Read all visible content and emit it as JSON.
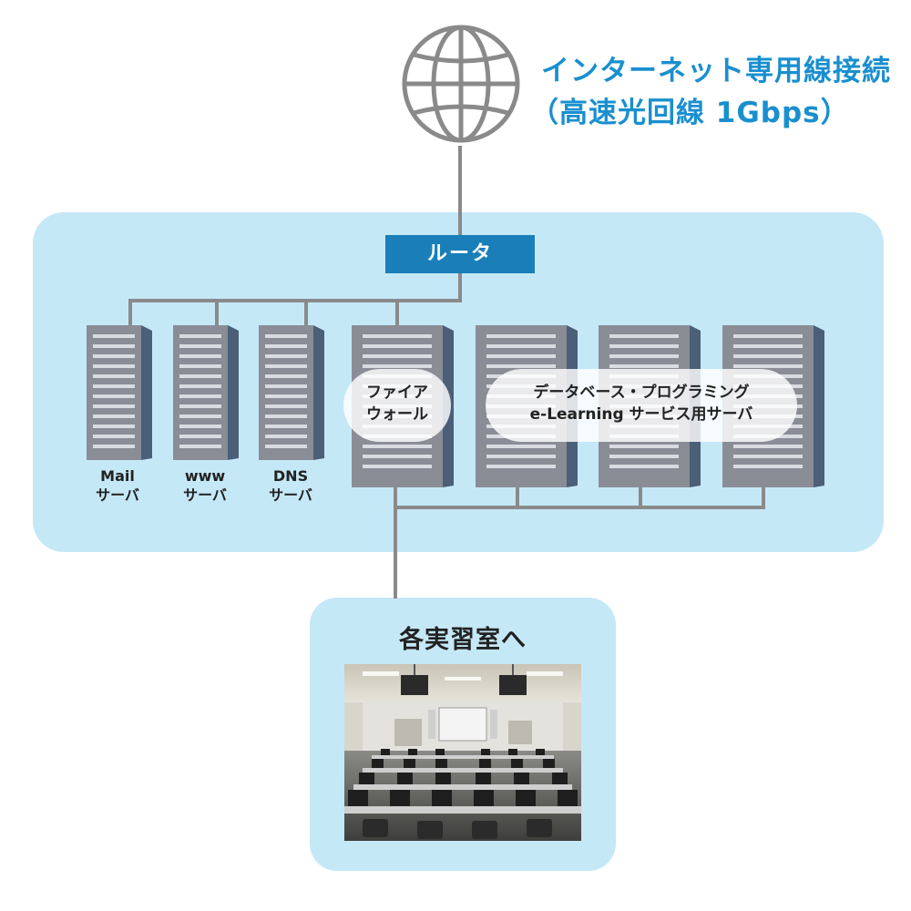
{
  "colors": {
    "panel_bg": "#c5e8f7",
    "title_blue": "#1a8fcf",
    "router_blue": "#1a7fb8",
    "server_gray": "#8a8d96",
    "line_gray": "#8a8a8a"
  },
  "header": {
    "line1": "インターネット専用線接続",
    "line2": "（高速光回線 1Gbps）"
  },
  "router": {
    "label": "ルータ"
  },
  "servers": {
    "mail": {
      "line1": "Mail",
      "line2": "サーバ"
    },
    "www": {
      "line1": "www",
      "line2": "サーバ"
    },
    "dns": {
      "line1": "DNS",
      "line2": "サーバ"
    },
    "firewall": {
      "line1": "ファイア",
      "line2": "ウォール"
    },
    "app": {
      "line1": "データベース・プログラミング",
      "line2": "e-Learning サービス用サーバ"
    }
  },
  "rooms": {
    "title": "各実習室へ"
  },
  "icons": {
    "globe": "globe-icon",
    "server": "server-icon",
    "photo": "computer-lab-photo"
  }
}
